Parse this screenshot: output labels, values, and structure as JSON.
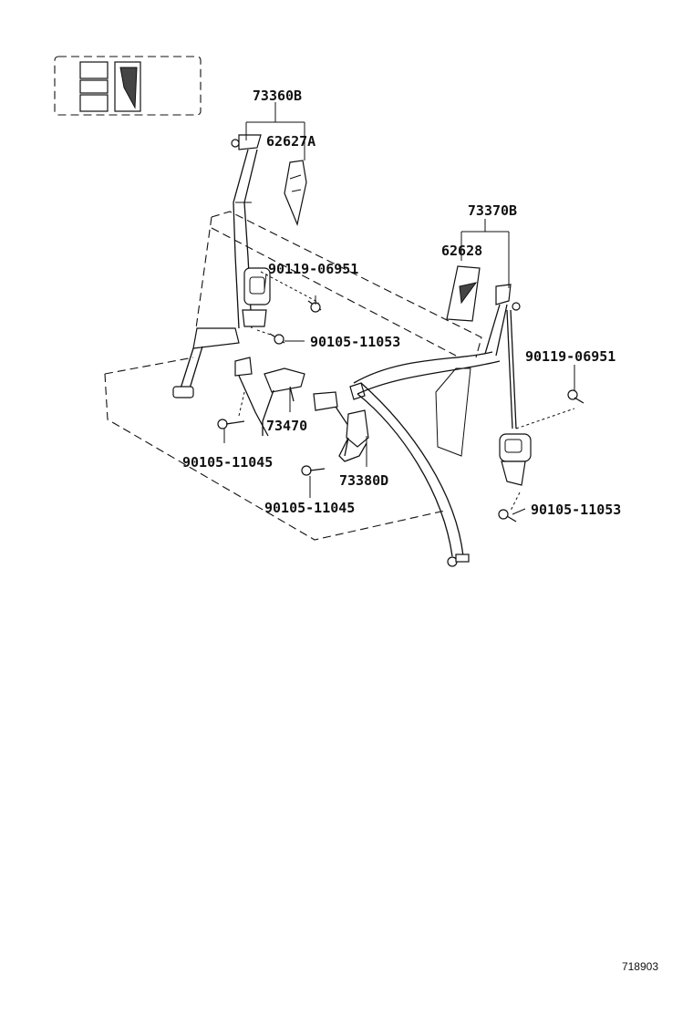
{
  "figure_id": "718903",
  "parts": {
    "p73360b": "73360B",
    "p62627a": "62627A",
    "p90119_left": "90119-06951",
    "p90105_11053_left": "90105-11053",
    "p73470": "73470",
    "p90105_11045_a": "90105-11045",
    "p90105_11045_b": "90105-11045",
    "p73380d": "73380D",
    "p73370b": "73370B",
    "p62628": "62628",
    "p90119_right": "90119-06951",
    "p90105_11053_right": "90105-11053"
  }
}
